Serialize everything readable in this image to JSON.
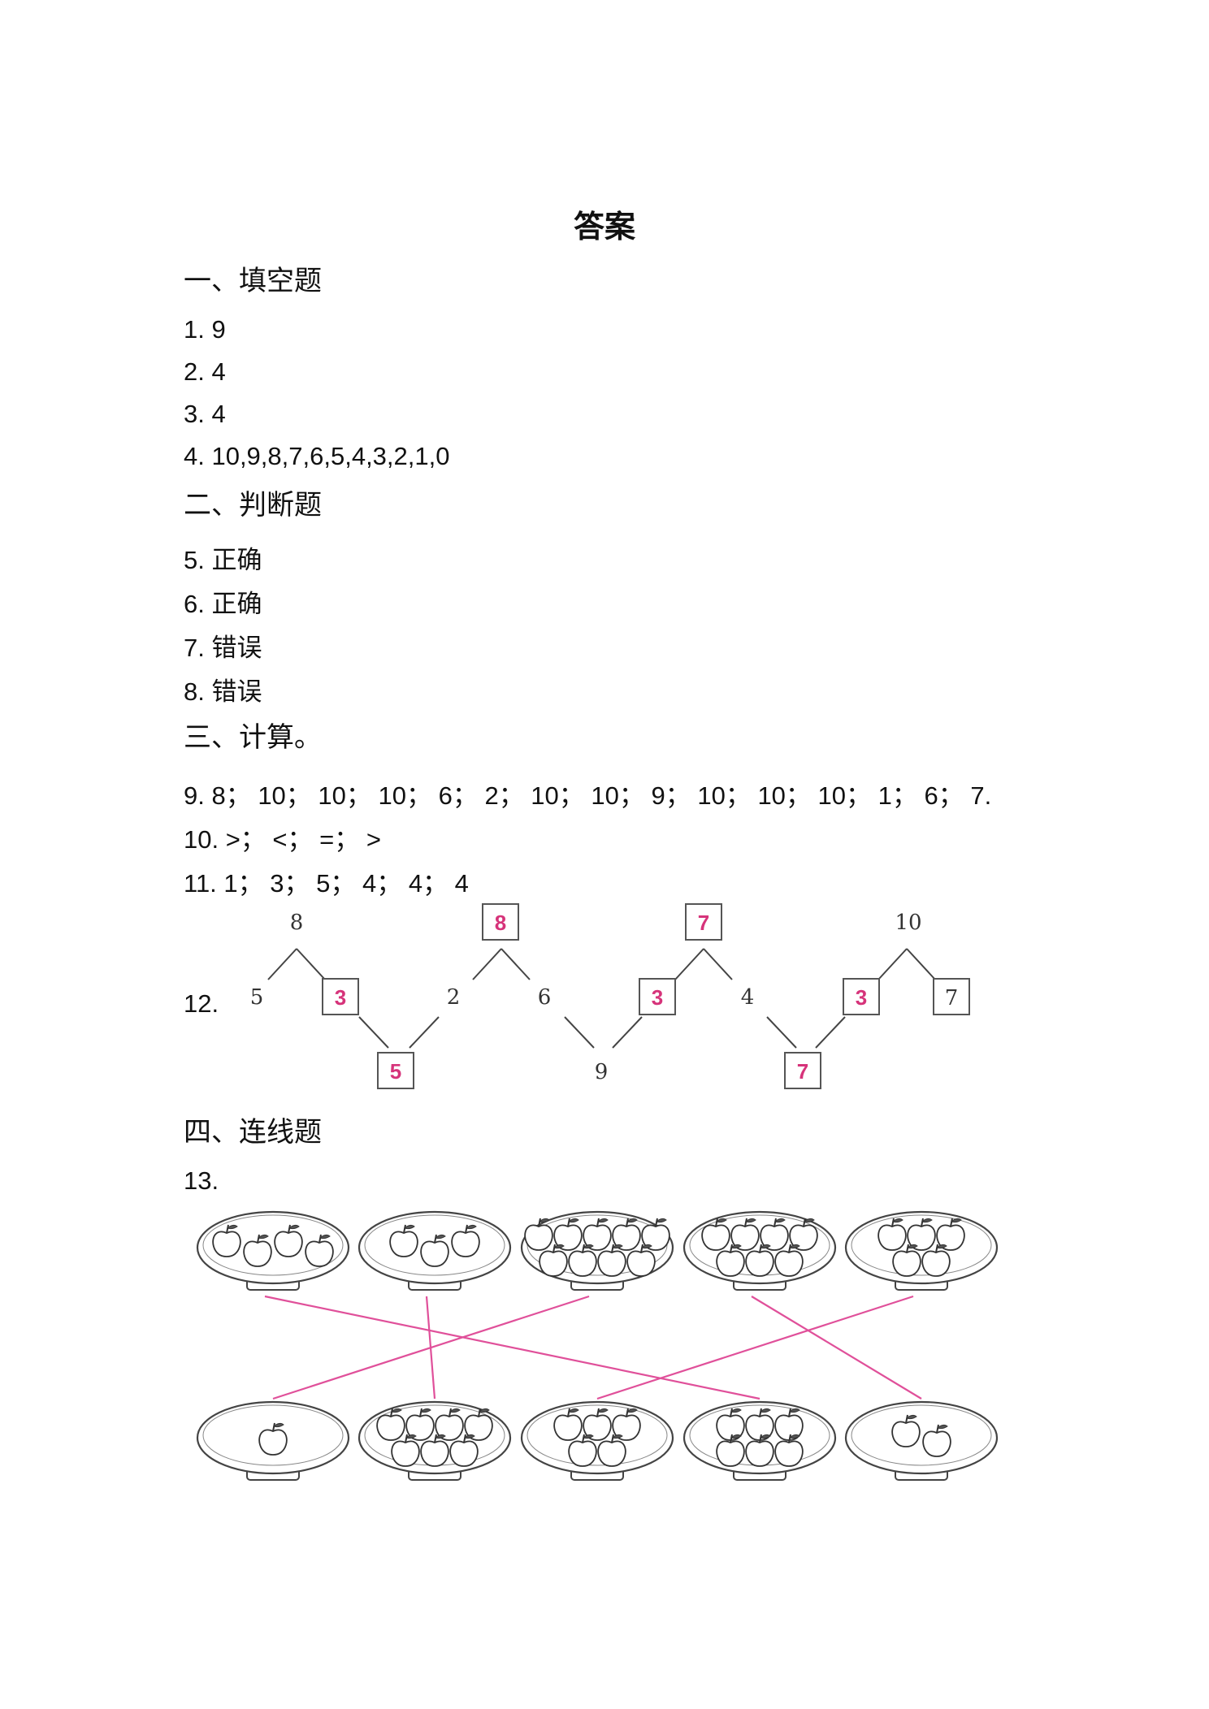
{
  "title": "答案",
  "sections": {
    "s1": "一、填空题",
    "s2": "二、判断题",
    "s3": "三、计算。",
    "s4": "四、连线题"
  },
  "answers": {
    "a1": "1. 9",
    "a2": "2. 4",
    "a3": "3. 4",
    "a4": "4. 10,9,8,7,6,5,4,3,2,1,0",
    "a5": "5.  正确",
    "a6": "6.  正确",
    "a7": "7.  错误",
    "a8": "8.  错误",
    "a9": "9. 8；  10；  10；  10；  6；  2；  10；  10；  9；  10；  10；  10；  1；  6；  7.",
    "a10": "10. >；  <；  =；  >",
    "a11": "11. 1；  3；  5；  4；  4；  4",
    "a12": "12.",
    "a13": "13."
  },
  "q12": {
    "n1": "8",
    "n2": "5",
    "n3": "3",
    "n4": "5",
    "n5": "2",
    "n6": "8",
    "n7": "6",
    "n8": "9",
    "n9": "7",
    "n10": "3",
    "n11": "4",
    "n12": "7",
    "n13": "10",
    "n14": "3",
    "n15": "7"
  },
  "q13": {
    "top_apples": [
      4,
      3,
      9,
      7,
      5
    ],
    "bottom_apples": [
      1,
      7,
      5,
      6,
      2
    ],
    "matches": [
      [
        0,
        3
      ],
      [
        1,
        1
      ],
      [
        2,
        0
      ],
      [
        3,
        4
      ],
      [
        4,
        2
      ]
    ],
    "line_color": "#e0509a"
  },
  "colors": {
    "accent": "#d6337a"
  }
}
